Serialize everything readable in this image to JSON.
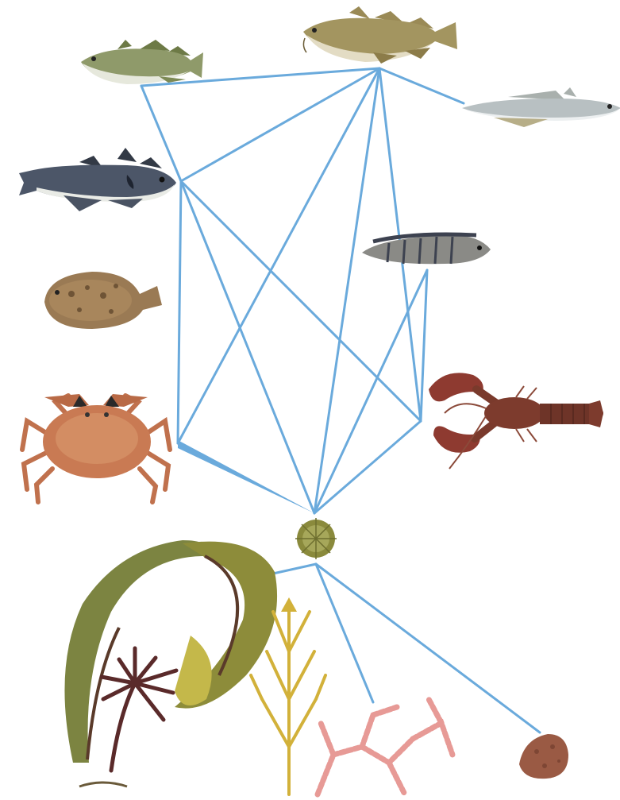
{
  "colors": {
    "link": "#6aaadc",
    "background": "#ffffff"
  },
  "species": [
    {
      "id": "pollock",
      "icon": "pollock-fish-icon"
    },
    {
      "id": "atlantic_cod",
      "icon": "atlantic-cod-icon"
    },
    {
      "id": "silver_hake",
      "icon": "silver-hake-icon"
    },
    {
      "id": "haddock",
      "icon": "haddock-fish-icon"
    },
    {
      "id": "wolffish",
      "icon": "wolffish-icon"
    },
    {
      "id": "flounder",
      "icon": "flounder-icon"
    },
    {
      "id": "rock_crab",
      "icon": "rock-crab-icon"
    },
    {
      "id": "lobster",
      "icon": "american-lobster-icon"
    },
    {
      "id": "sea_urchin",
      "icon": "sea-urchin-icon"
    },
    {
      "id": "kelp",
      "icon": "kelp-icon"
    },
    {
      "id": "yellow_algae",
      "icon": "branching-alga-icon"
    },
    {
      "id": "coralline",
      "icon": "coralline-alga-icon"
    },
    {
      "id": "encrusting",
      "icon": "encrusting-alga-icon"
    }
  ],
  "links": [
    {
      "from": "pollock",
      "to": "atlantic_cod",
      "weight": "thin"
    },
    {
      "from": "pollock",
      "to": "haddock",
      "weight": "thin"
    },
    {
      "from": "atlantic_cod",
      "to": "silver_hake",
      "weight": "thin"
    },
    {
      "from": "atlantic_cod",
      "to": "haddock",
      "weight": "thin"
    },
    {
      "from": "atlantic_cod",
      "to": "rock_crab",
      "weight": "thin"
    },
    {
      "from": "atlantic_cod",
      "to": "sea_urchin",
      "weight": "thin"
    },
    {
      "from": "atlantic_cod",
      "to": "lobster",
      "weight": "thin"
    },
    {
      "from": "haddock",
      "to": "rock_crab",
      "weight": "thin"
    },
    {
      "from": "haddock",
      "to": "sea_urchin",
      "weight": "thin"
    },
    {
      "from": "haddock",
      "to": "lobster",
      "weight": "thin"
    },
    {
      "from": "wolffish",
      "to": "lobster",
      "weight": "thin"
    },
    {
      "from": "wolffish",
      "to": "sea_urchin",
      "weight": "thin"
    },
    {
      "from": "rock_crab",
      "to": "sea_urchin",
      "weight": "thick"
    },
    {
      "from": "lobster",
      "to": "sea_urchin",
      "weight": "thin"
    },
    {
      "from": "sea_urchin",
      "to": "kelp",
      "weight": "thin"
    },
    {
      "from": "sea_urchin",
      "to": "coralline",
      "weight": "thin"
    },
    {
      "from": "sea_urchin",
      "to": "encrusting",
      "weight": "thin"
    }
  ]
}
